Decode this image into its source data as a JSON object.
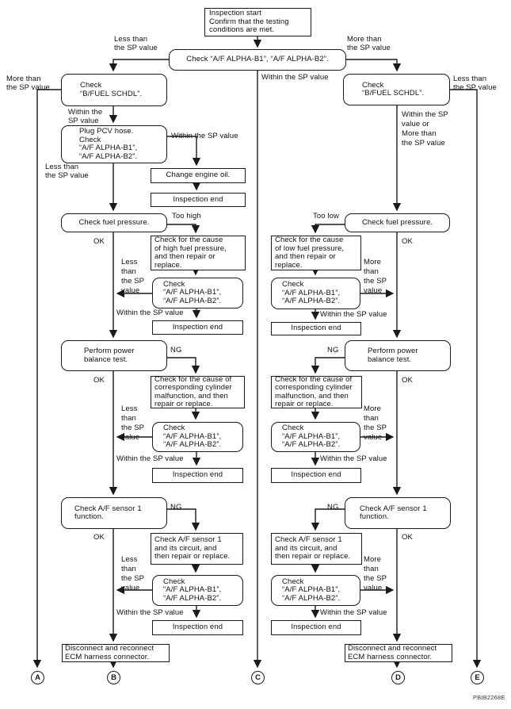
{
  "flowchart": {
    "nodes": {
      "start": "Inspection start\nConfirm that the testing\nconditions are met.",
      "check_af_main": "Check “A/F ALPHA-B1”, “A/F ALPHA-B2”.",
      "check_bfuel": "Check\n“B/FUEL SCHDL”.",
      "plug_pcv": "Plug PCV hose.\nCheck\n“A/F ALPHA-B1”,\n“A/F ALPHA-B2”.",
      "change_oil": "Change engine oil.",
      "inspection_end": "Inspection end",
      "check_fuel_pressure": "Check fuel pressure.",
      "cause_high_fuel": "Check for the cause\nof high fuel pressure,\nand then repair or\nreplace.",
      "cause_low_fuel": "Check for the cause\nof low fuel pressure,\nand then repair or\nreplace.",
      "check_af_small": "Check\n“A/F ALPHA-B1”,\n“A/F ALPHA-B2”.",
      "power_balance": "Perform power\nbalance test.",
      "cause_cylinder": "Check for the cause of\ncorresponding cylinder\nmalfunction, and then\nrepair or replace.",
      "check_af_sensor": "Check A/F sensor 1\nfunction.",
      "af_sensor_circuit": "Check A/F sensor 1\nand its circuit, and\nthen repair or replace.",
      "ecm_reconnect": "Disconnect and reconnect\nECM harness connector."
    },
    "labels": {
      "less_than_sp": "Less than\nthe SP value",
      "more_than_sp": "More than\nthe SP value",
      "within_sp": "Within the SP value",
      "within_sp_2l": "Within the\nSP value",
      "within_or_more": "Within the SP\nvalue or\nMore than\nthe SP value",
      "less_4l": "Less\nthan\nthe SP\nvalue",
      "more_4l": "More\nthan\nthe SP\nvalue",
      "ok": "OK",
      "ng": "NG",
      "too_high": "Too high",
      "too_low": "Too low"
    },
    "terminals": {
      "a": "A",
      "b": "B",
      "c": "C",
      "d": "D",
      "e": "E"
    },
    "figure_code": "PBIB2268E"
  }
}
